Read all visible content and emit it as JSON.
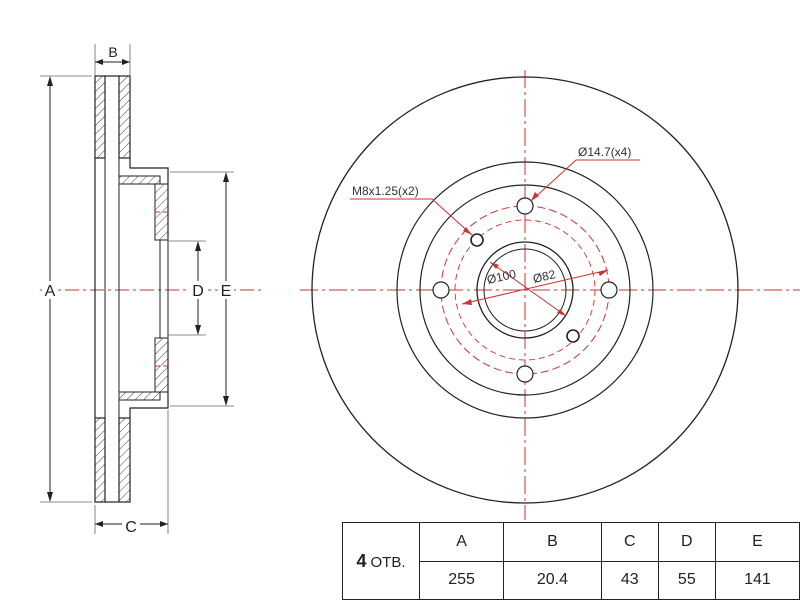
{
  "side_view": {
    "labels": {
      "A": "A",
      "B": "B",
      "C": "C",
      "D": "D",
      "E": "E"
    }
  },
  "front_view": {
    "annotations": {
      "thread": "M8x1.25(x2)",
      "hole_dia": "Ø14.7(x4)",
      "pcd": "Ø100",
      "center_bore": "Ø82"
    }
  },
  "table": {
    "holes_number": "4",
    "holes_suffix": "ОТВ.",
    "headers": [
      "A",
      "B",
      "C",
      "D",
      "E"
    ],
    "values": [
      "255",
      "20.4",
      "43",
      "55",
      "141"
    ]
  },
  "colors": {
    "outline": "#222222",
    "centerline": "#cc3333",
    "hatch": "#444444"
  }
}
